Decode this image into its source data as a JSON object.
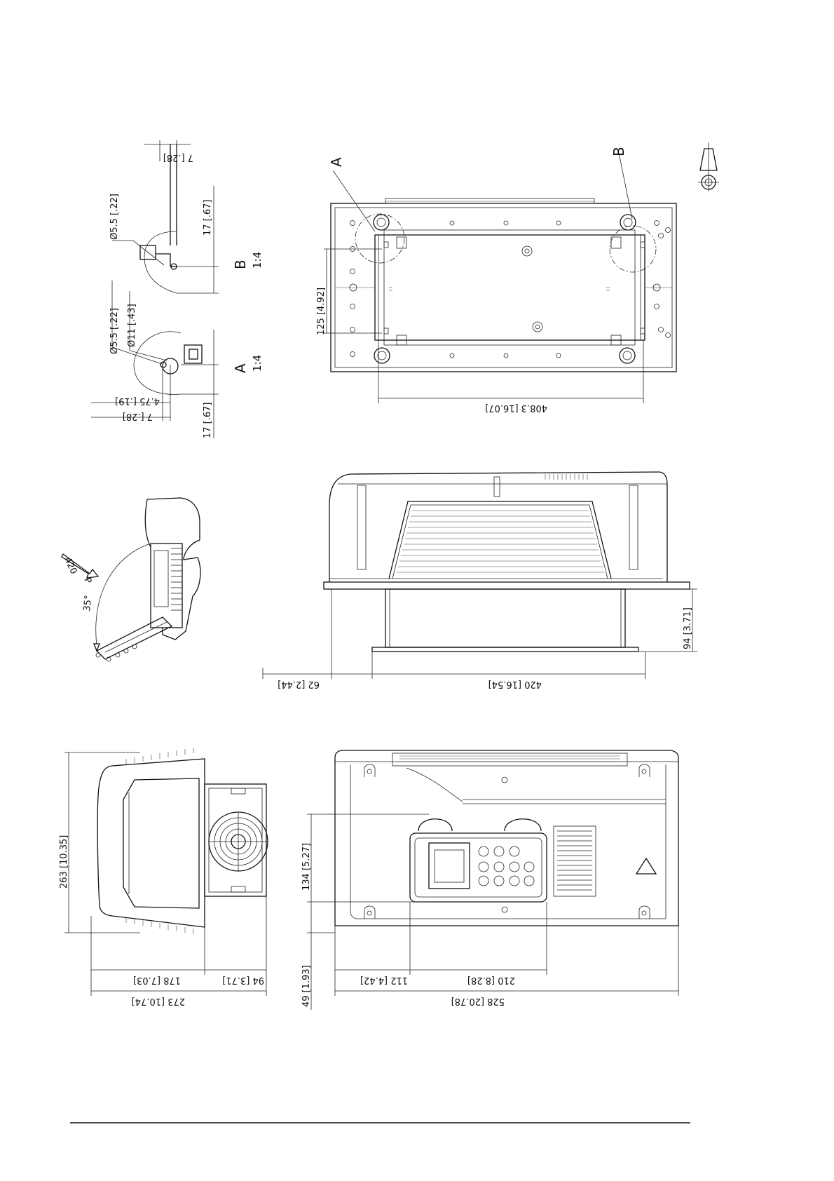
{
  "drawing": {
    "detail_b": {
      "letter": "B",
      "scale": "1:4",
      "dims": {
        "top_offset": "7 [.28]",
        "hole_dia": "Ø5.5 [.22]",
        "height": "17 [.67]"
      }
    },
    "detail_a": {
      "letter": "A",
      "scale": "1:4",
      "dims": {
        "hole_dia": "Ø5.5 [.22]",
        "head_dia": "Ø11 [.43]",
        "height": "17 [.67]",
        "offset_1": "4.75 [.19]",
        "offset_2": "7 [.28]"
      }
    },
    "top_view": {
      "callout_a": "A",
      "callout_b": "B",
      "dims": {
        "hole_spacing": "125 [4.92]",
        "hole_span": "408.3 [16.07]"
      }
    },
    "side_view": {
      "dims": {
        "heatsink_height": "94 [3.71]",
        "base_length": "420 [16.54]",
        "overhang": "62 [2.44]"
      }
    },
    "iso_view": {
      "angle": "35°",
      "opening_label": "420",
      "arrow_letter": "P"
    },
    "end_view": {
      "dims": {
        "height": "263 [10.35]",
        "depth": "178 [7.03]",
        "heatsink": "94 [3.71]",
        "total": "273 [10.74]"
      }
    },
    "front_view": {
      "dims": {
        "panel_height": "134 [5.27]",
        "bottom": "49 [1.93]",
        "left_offset": "112 [4.42]",
        "panel_width": "210 [8.28]",
        "total_width": "528 [20.78]"
      }
    }
  }
}
